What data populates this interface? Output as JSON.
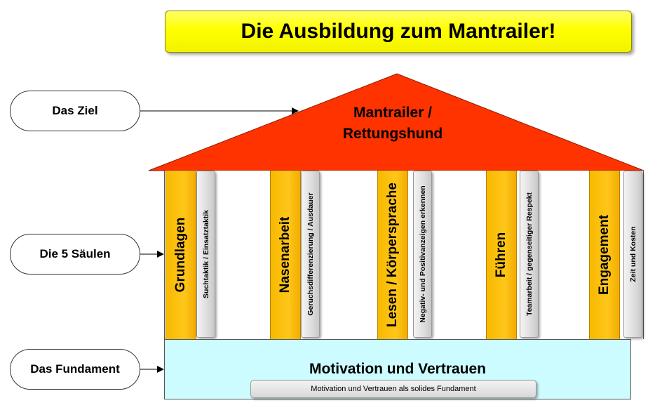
{
  "title": "Die Ausbildung zum Mantrailer!",
  "labels": {
    "goal": "Das Ziel",
    "pillars": "Die 5 Säulen",
    "foundation": "Das Fundament"
  },
  "roof": {
    "line1": "Mantrailer /",
    "line2": "Rettungshund",
    "color": "#ff3300"
  },
  "pillars": [
    {
      "title": "Grundlagen",
      "subtitle": "Suchtaktik / Einsatztaktik"
    },
    {
      "title": "Nasenarbeit",
      "subtitle": "Geruchsdifferenzierung / Ausdauer"
    },
    {
      "title": "Lesen / Körpersprache",
      "subtitle": "Negativ- und Positivanzeigen erkennen"
    },
    {
      "title": "Führen",
      "subtitle": "Teamarbeit / gegenseitiger Respekt"
    },
    {
      "title": "Engagement",
      "subtitle": "Zeit und Kosten"
    }
  ],
  "foundation": {
    "title": "Motivation und Vertrauen",
    "subtitle": "Motivation und Vertrauen als solides Fundament",
    "color": "#ccfcff"
  },
  "colors": {
    "title_bg": "#ffff00",
    "pillar": "#ffc61a",
    "subpillar": "#dcdcdc"
  }
}
